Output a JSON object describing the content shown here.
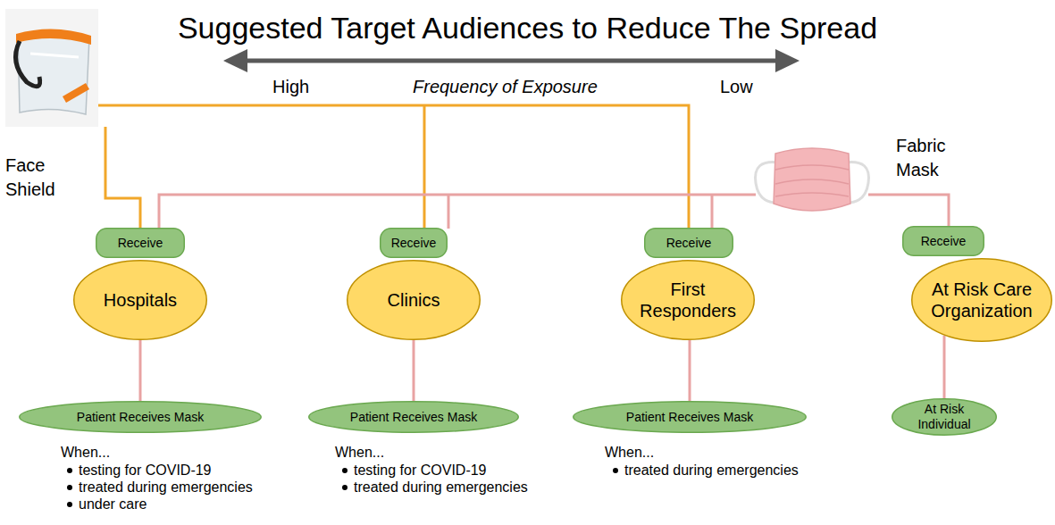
{
  "diagram": {
    "title": "Suggested Target Audiences to Reduce The Spread",
    "nodes": [
      {
        "text": [
          "Receive"
        ]
      },
      {
        "text": [
          "Receive"
        ]
      },
      {
        "text": [
          "Receive"
        ]
      },
      {
        "text": [
          "Receive"
        ]
      },
      {
        "text": [
          "Hospitals"
        ]
      },
      {
        "text": [
          "Clinics"
        ]
      },
      {
        "text": [
          "First Responders"
        ]
      },
      {
        "text": [
          "At Risk Care Organization"
        ]
      },
      {
        "text": [
          "Patient Receives Mask"
        ]
      },
      {
        "text": [
          "Patient Receives Mask"
        ]
      },
      {
        "text": [
          "Patient Receives Mask"
        ]
      },
      {
        "text": [
          "At Risk Individual"
        ]
      }
    ],
    "edges": [
      {
        "from": 4,
        "to": 8,
        "arrow": "none"
      },
      {
        "from": 5,
        "to": 9,
        "arrow": "none"
      },
      {
        "from": 6,
        "to": 10,
        "arrow": "none"
      },
      {
        "from": 7,
        "to": 11,
        "arrow": "none"
      }
    ],
    "labels": [
      "High",
      "Frequency of Exposure",
      "Low",
      "Face Shield",
      "Fabric Mask",
      "When...",
      "testing for COVID-19",
      "treated during emergencies",
      "under care",
      "When...",
      "testing for COVID-19",
      "treated during emergencies",
      "When...",
      "treated during emergencies"
    ]
  }
}
